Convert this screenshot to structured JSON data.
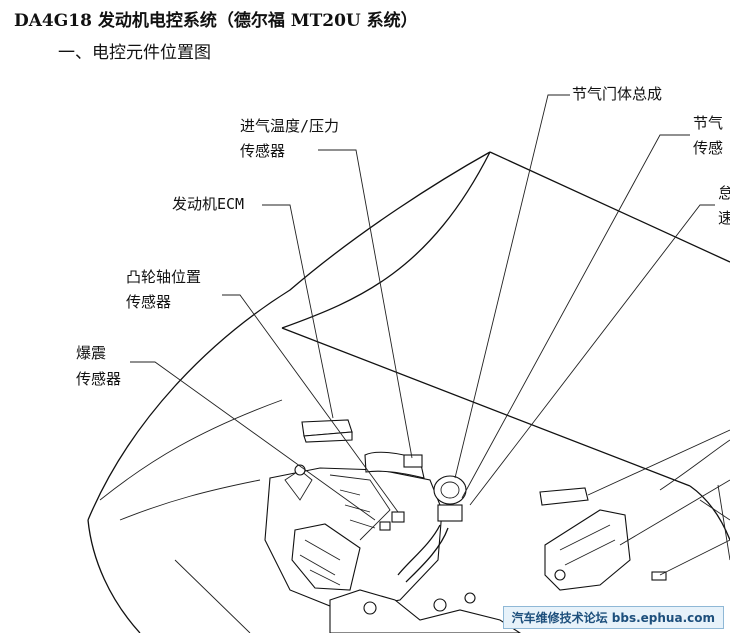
{
  "header": {
    "title": "DA4G18 发动机电控系统（德尔福 MT20U 系统）",
    "section": "一、电控元件位置图"
  },
  "labels": {
    "intake_sensor_1": "进气温度/压力",
    "intake_sensor_2": "传感器",
    "ecm": "发动机ECM",
    "cam_sensor_1": "凸轮轴位置",
    "cam_sensor_2": "传感器",
    "knock_1": "爆震",
    "knock_2": "传感器",
    "throttle_body": "节气门体总成",
    "throttle_sensor_1": "节气",
    "throttle_sensor_2": "传感",
    "right_label_1": "怠",
    "right_label_2": "速"
  },
  "watermark": {
    "text": "汽车维修技术论坛 bbs.ephua.com"
  }
}
